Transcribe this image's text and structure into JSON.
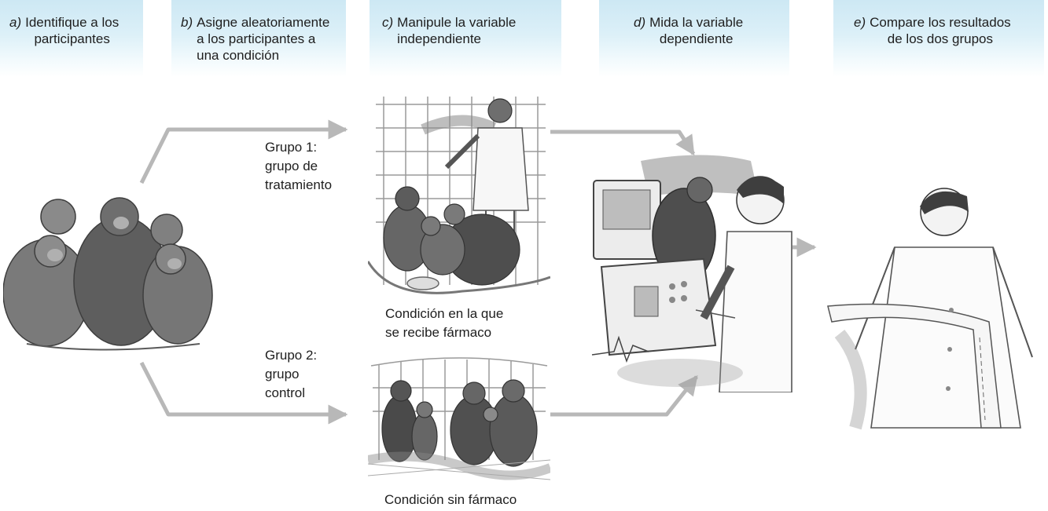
{
  "steps": [
    {
      "letter": "a)",
      "text": "Identifique a los\nparticipantes"
    },
    {
      "letter": "b)",
      "text": "Asigne aleatoriamente\na los participantes a\nuna condición"
    },
    {
      "letter": "c)",
      "text": "Manipule la variable\nindependiente"
    },
    {
      "letter": "d)",
      "text": "Mida la variable\ndependiente"
    },
    {
      "letter": "e)",
      "text": "Compare los resultados\nde los dos grupos"
    }
  ],
  "groups": {
    "group1": "Grupo 1:\ngrupo de\ntratamiento",
    "group2": "Grupo 2:\ngrupo\ncontrol"
  },
  "conditions": {
    "drug": "Condición en la que\nse recibe fármaco",
    "no_drug": "Condición sin fármaco"
  },
  "colors": {
    "header_bg": "#cde8f4",
    "arrow": "#b8b8b8",
    "text": "#1e1e1e",
    "ink": "#4a4a4a"
  }
}
